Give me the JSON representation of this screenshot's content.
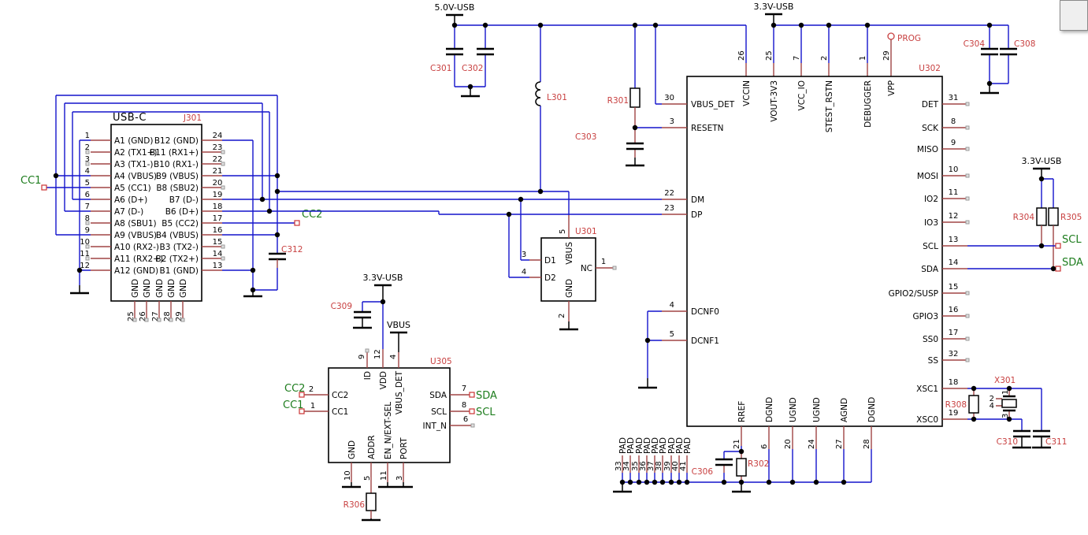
{
  "colors": {
    "wire": "#1414cc",
    "pin_stub": "#a04545",
    "refdes": "#c84040",
    "net_label": "#1e7d1e",
    "text": "#000000",
    "background": "#ffffff"
  },
  "labels": {
    "v5": "5.0V-USB",
    "v33": "3.3V-USB",
    "vbus": "VBUS",
    "cc1": "CC1",
    "cc2": "CC2",
    "scl": "SCL",
    "sda": "SDA",
    "prog": "PROG"
  },
  "j301": {
    "ref": "J301",
    "title": "USB-C",
    "left": [
      {
        "n": "1",
        "name": "A1 (GND)"
      },
      {
        "n": "2",
        "name": "A2 (TX1+)"
      },
      {
        "n": "3",
        "name": "A3 (TX1-)"
      },
      {
        "n": "4",
        "name": "A4 (VBUS)"
      },
      {
        "n": "5",
        "name": "A5 (CC1)"
      },
      {
        "n": "6",
        "name": "A6 (D+)"
      },
      {
        "n": "7",
        "name": "A7 (D-)"
      },
      {
        "n": "8",
        "name": "A8 (SBU1)"
      },
      {
        "n": "9",
        "name": "A9 (VBUS)"
      },
      {
        "n": "10",
        "name": "A10 (RX2-)"
      },
      {
        "n": "11",
        "name": "A11 (RX2+)"
      },
      {
        "n": "12",
        "name": "A12 (GND)"
      }
    ],
    "right": [
      {
        "n": "24",
        "name": "B12 (GND)"
      },
      {
        "n": "23",
        "name": "B11 (RX1+)"
      },
      {
        "n": "22",
        "name": "B10 (RX1-)"
      },
      {
        "n": "21",
        "name": "B9 (VBUS)"
      },
      {
        "n": "20",
        "name": "B8 (SBU2)"
      },
      {
        "n": "19",
        "name": "B7 (D-)"
      },
      {
        "n": "18",
        "name": "B6 (D+)"
      },
      {
        "n": "17",
        "name": "B5 (CC2)"
      },
      {
        "n": "16",
        "name": "B4 (VBUS)"
      },
      {
        "n": "15",
        "name": "B3 (TX2-)"
      },
      {
        "n": "14",
        "name": "B2 (TX2+)"
      },
      {
        "n": "13",
        "name": "B1 (GND)"
      }
    ],
    "gnd_pins": [
      {
        "n": "25",
        "name": "GND"
      },
      {
        "n": "26",
        "name": "GND"
      },
      {
        "n": "27",
        "name": "GND"
      },
      {
        "n": "28",
        "name": "GND"
      },
      {
        "n": "29",
        "name": "GND"
      }
    ]
  },
  "u301": {
    "ref": "U301",
    "vbus": {
      "n": "5",
      "name": "VBUS"
    },
    "d1": {
      "n": "3",
      "name": "D1"
    },
    "d2": {
      "n": "4",
      "name": "D2"
    },
    "nc": {
      "n": "1",
      "name": "NC"
    },
    "gnd": {
      "n": "2",
      "name": "GND"
    }
  },
  "u302": {
    "ref": "U302",
    "top": [
      {
        "n": "26",
        "name": "VCCIN"
      },
      {
        "n": "25",
        "name": "VOUT-3V3"
      },
      {
        "n": "7",
        "name": "VCC_IO"
      },
      {
        "n": "2",
        "name": "STEST_RSTN"
      },
      {
        "n": "1",
        "name": "DEBUGGER"
      },
      {
        "n": "29",
        "name": "VPP"
      }
    ],
    "left": [
      {
        "n": "30",
        "name": "VBUS_DET"
      },
      {
        "n": "3",
        "name": "RESETN"
      },
      {
        "n": "22",
        "name": "DM"
      },
      {
        "n": "23",
        "name": "DP"
      },
      {
        "n": "4",
        "name": "DCNF0"
      },
      {
        "n": "5",
        "name": "DCNF1"
      }
    ],
    "right": [
      {
        "n": "31",
        "name": "DET"
      },
      {
        "n": "8",
        "name": "SCK"
      },
      {
        "n": "9",
        "name": "MISO"
      },
      {
        "n": "10",
        "name": "MOSI"
      },
      {
        "n": "11",
        "name": "IO2"
      },
      {
        "n": "12",
        "name": "IO3"
      },
      {
        "n": "13",
        "name": "SCL"
      },
      {
        "n": "14",
        "name": "SDA"
      },
      {
        "n": "15",
        "name": "GPIO2/SUSP"
      },
      {
        "n": "16",
        "name": "GPIO3"
      },
      {
        "n": "17",
        "name": "SS0"
      },
      {
        "n": "32",
        "name": "SS"
      },
      {
        "n": "18",
        "name": "XSC1"
      },
      {
        "n": "19",
        "name": "XSC0"
      }
    ],
    "bottom": [
      {
        "n": "21",
        "name": "RREF"
      },
      {
        "n": "6",
        "name": "DGND"
      },
      {
        "n": "20",
        "name": "UGND"
      },
      {
        "n": "24",
        "name": "UGND"
      },
      {
        "n": "27",
        "name": "AGND"
      },
      {
        "n": "28",
        "name": "DGND"
      }
    ],
    "pads": [
      {
        "n": "33",
        "name": "PAD"
      },
      {
        "n": "34",
        "name": "PAD"
      },
      {
        "n": "35",
        "name": "PAD"
      },
      {
        "n": "36",
        "name": "PAD"
      },
      {
        "n": "37",
        "name": "PAD"
      },
      {
        "n": "38",
        "name": "PAD"
      },
      {
        "n": "39",
        "name": "PAD"
      },
      {
        "n": "40",
        "name": "PAD"
      },
      {
        "n": "41",
        "name": "PAD"
      }
    ]
  },
  "u305": {
    "ref": "U305",
    "top": [
      {
        "n": "9",
        "name": "ID"
      },
      {
        "n": "12",
        "name": "VDD"
      },
      {
        "n": "4",
        "name": "VBUS_DET"
      }
    ],
    "left": [
      {
        "n": "2",
        "name": "CC2"
      },
      {
        "n": "1",
        "name": "CC1"
      }
    ],
    "right": [
      {
        "n": "7",
        "name": "SDA"
      },
      {
        "n": "8",
        "name": "SCL"
      },
      {
        "n": "6",
        "name": "INT_N"
      }
    ],
    "bottom": [
      {
        "n": "10",
        "name": "GND"
      },
      {
        "n": "5",
        "name": "ADDR"
      },
      {
        "n": "11",
        "name": "EN_N/EXT-SEL"
      },
      {
        "n": "3",
        "name": "PORT"
      }
    ]
  },
  "parts": {
    "c301": "C301",
    "c302": "C302",
    "c303": "C303",
    "c304": "C304",
    "c306": "C306",
    "c308": "C308",
    "c309": "C309",
    "c310": "C310",
    "c311": "C311",
    "c312": "C312",
    "l301": "L301",
    "r301": "R301",
    "r302": "R302",
    "r304": "R304",
    "r305": "R305",
    "r306": "R306",
    "r308": "R308",
    "x301": "X301",
    "x301_pins": [
      "1",
      "2",
      "3",
      "4"
    ]
  }
}
